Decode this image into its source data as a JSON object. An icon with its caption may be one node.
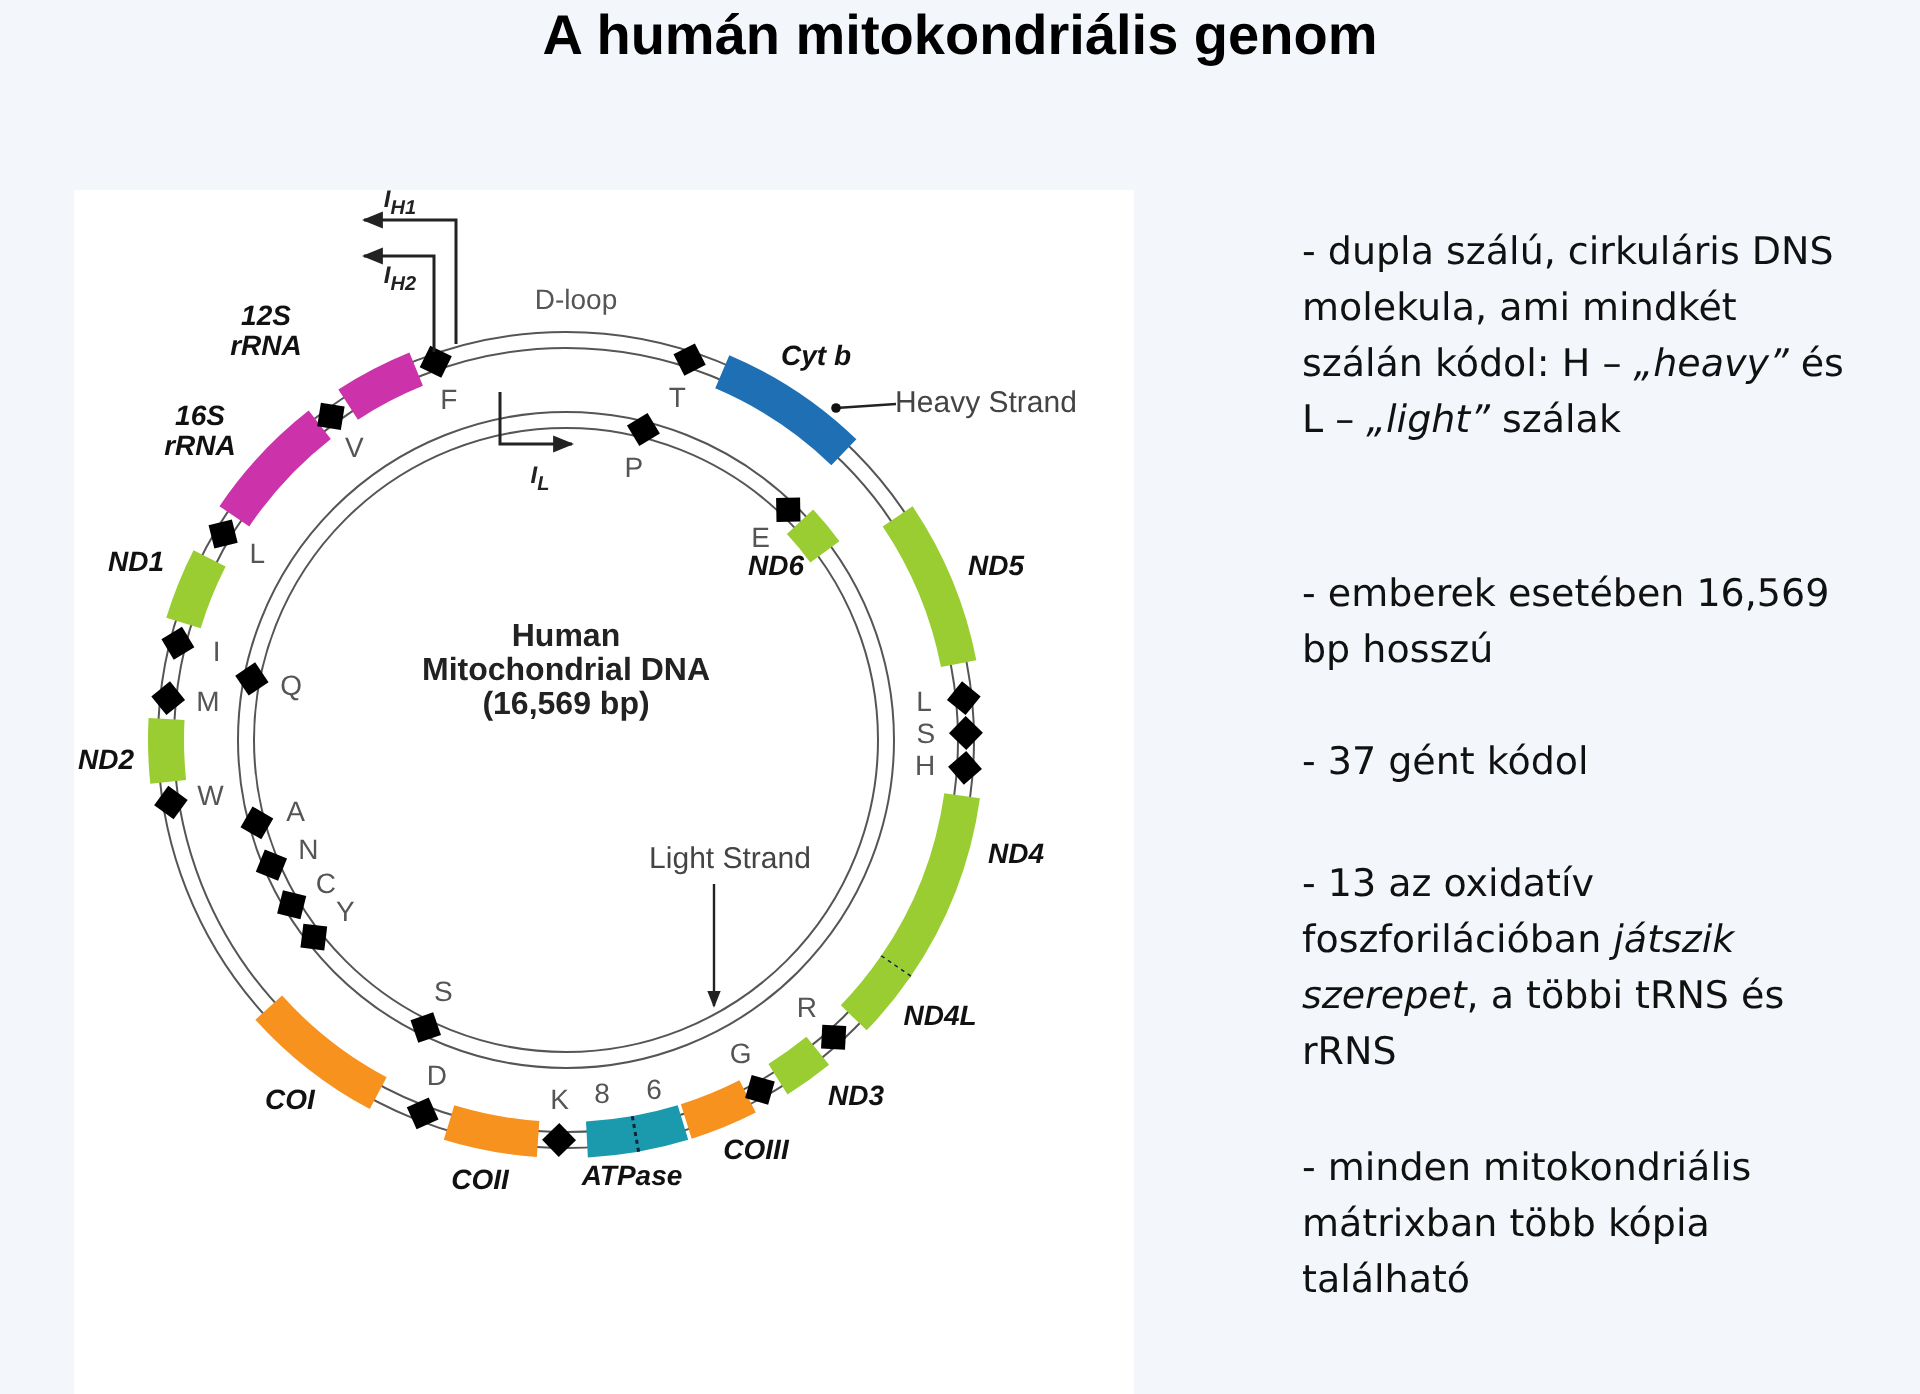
{
  "diagram": {
    "title": "A humán mitokondriális genom",
    "nodes": [
      {
        "text": [
          "Heavy Strand"
        ]
      },
      {
        "text": [
          "Light Strand"
        ]
      }
    ],
    "edges": [
      {
        "from": 0,
        "to": null,
        "arrow": "other"
      },
      {
        "from": 1,
        "to": null,
        "arrow": "to"
      }
    ],
    "labels": [
      "I$_{H1}$",
      "I$_{H2}$",
      "D-loop",
      "12S rRNA",
      "Cyt b",
      "16S rRNA",
      "F",
      "T",
      "V",
      "I$_{L}$",
      "P",
      "ND1",
      "L",
      "E",
      "ND6",
      "ND5",
      "Human Mitochondrial DNA (16,569 bp)",
      "I",
      "Q",
      "M",
      "L",
      "S",
      "ND2",
      "H",
      "W",
      "A",
      "N",
      "ND4",
      "C",
      "Y",
      "S",
      "R",
      "ND4L",
      "G",
      "COI",
      "D",
      "K",
      "8",
      "6",
      "ND3",
      "COII",
      "ATPase",
      "COIII",
      "- dupla szálú, cirkuláris DNS molekula, ami mindkét szálán kódol: H – *„heavy”* és L – *„light”* szálak",
      "- emberek esetében 16,569 bp hosszú",
      "- 37 gént kódol",
      "- 13 az oxidatív foszforilációban *játszik szerepet*, a többi tRNS és rRNS",
      "- minden mitokondriális mátrixban több kópia található"
    ]
  }
}
